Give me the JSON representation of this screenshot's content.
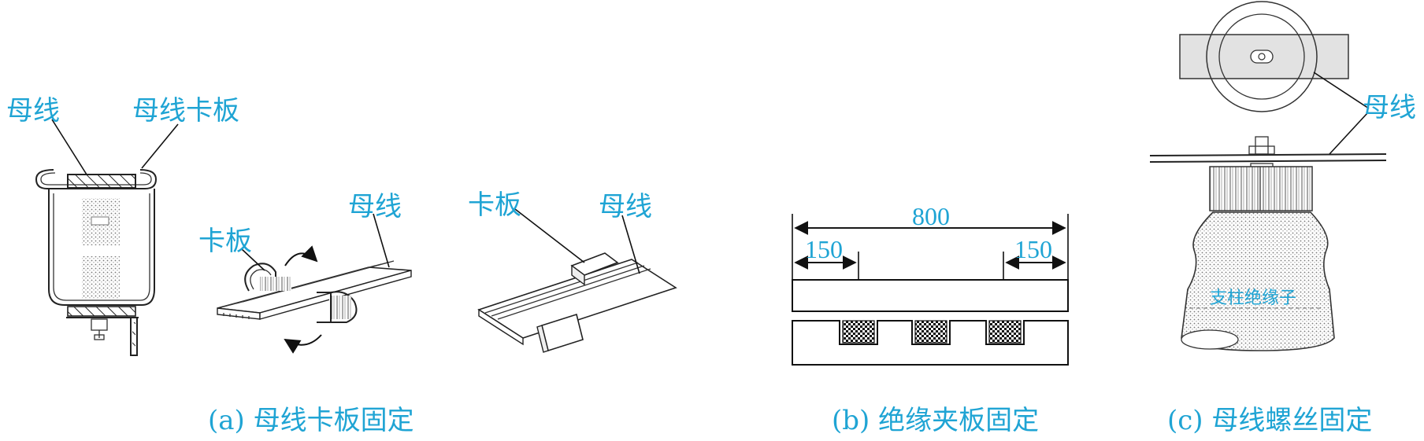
{
  "panel_a": {
    "label_busbar_1": "母线",
    "label_clamp_plate_1": "母线卡板",
    "label_clamp_2": "卡板",
    "label_busbar_2": "母线",
    "label_clamp_3": "卡板",
    "label_busbar_3": "母线",
    "caption": "(a) 母线卡板固定"
  },
  "panel_b": {
    "dim_total": "800",
    "dim_left": "150",
    "dim_right": "150",
    "caption": "(b) 绝缘夹板固定"
  },
  "panel_c": {
    "label_busbar": "母线",
    "label_insulator": "支柱绝缘子",
    "caption": "(c) 母线螺丝固定"
  },
  "colors": {
    "label_color": "#1fa4d4",
    "line_color": "#222222"
  }
}
